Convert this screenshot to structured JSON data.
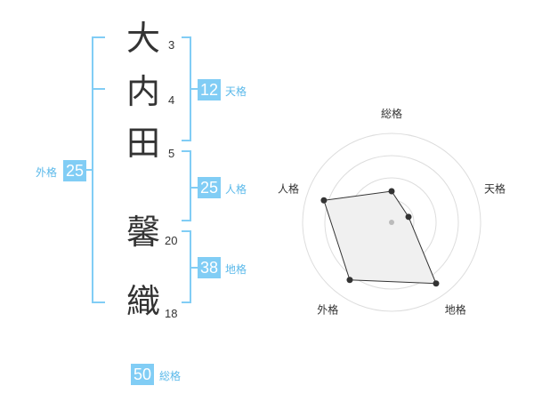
{
  "name_chars": [
    {
      "char": "大",
      "strokes": "3"
    },
    {
      "char": "内",
      "strokes": "4"
    },
    {
      "char": "田",
      "strokes": "5"
    },
    {
      "char": "馨",
      "strokes": "20"
    },
    {
      "char": "織",
      "strokes": "18"
    }
  ],
  "scores": {
    "tenkaku": {
      "label": "天格",
      "value": "12"
    },
    "jinkaku": {
      "label": "人格",
      "value": "25"
    },
    "chikaku": {
      "label": "地格",
      "value": "38"
    },
    "gaikaku": {
      "label": "外格",
      "value": "25"
    },
    "soukaku": {
      "label": "総格",
      "value": "50"
    }
  },
  "colors": {
    "accent": "#81cdf5",
    "accent_text": "#5bb9ea",
    "bracket": "#81cdf5",
    "radar_fill": "#f0f0f0",
    "radar_line": "#333333"
  },
  "chart_data": {
    "type": "radar",
    "axes": [
      "総格",
      "天格",
      "地格",
      "外格",
      "人格"
    ],
    "values": [
      0.35,
      0.2,
      0.85,
      0.8,
      0.8
    ],
    "rings": 4
  }
}
